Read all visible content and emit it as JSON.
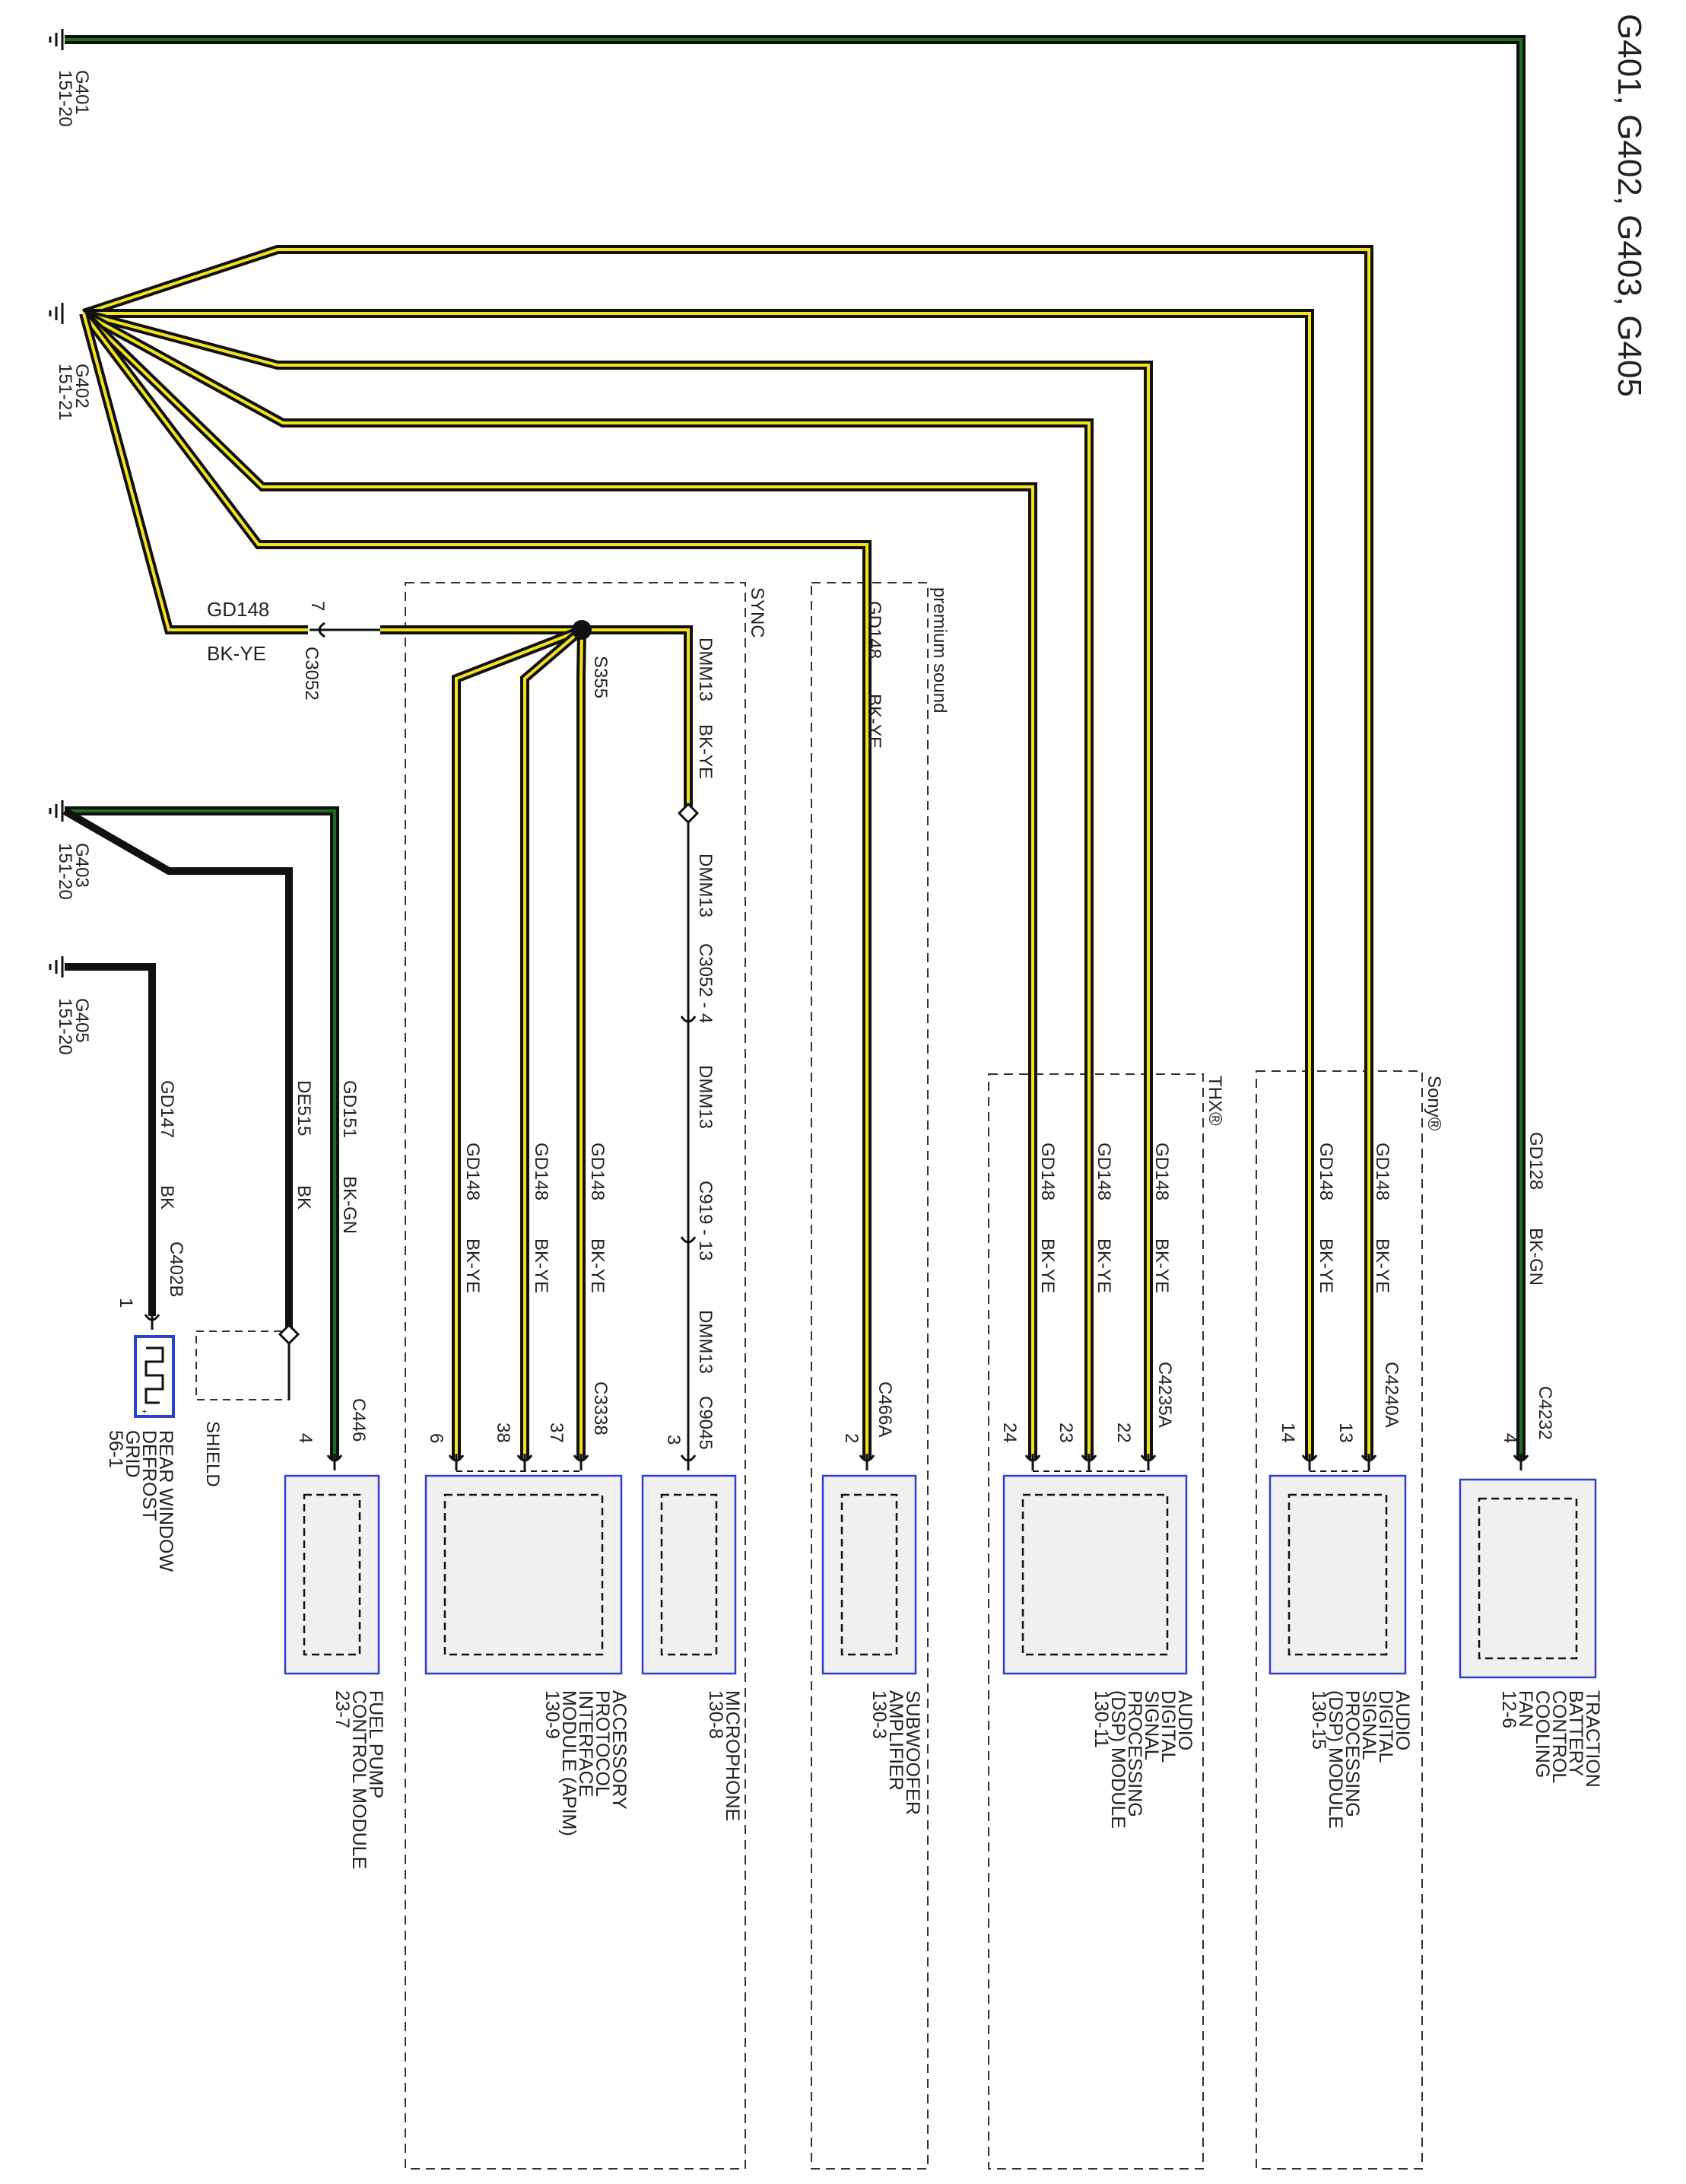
{
  "title": "G401, G402, G403, G405",
  "colors": {
    "bk_ye_fill": "#f2e41c",
    "bk_gn_fill": "#1f6b1f",
    "wire_edge": "#111111",
    "module_border": "#2f3fd0",
    "module_fill": "#f0f0f0"
  },
  "grounds": [
    {
      "name": "G401",
      "ref": "151-20"
    },
    {
      "name": "G402",
      "ref": "151-21"
    },
    {
      "name": "G403",
      "ref": "151-20"
    },
    {
      "name": "G405",
      "ref": "151-20"
    }
  ],
  "groups": {
    "sync": "SYNC",
    "premium_sound": "premium sound",
    "thx": "THX®",
    "sony": "Sony®"
  },
  "trunk": {
    "circuit": "GD148",
    "color": "BK-YE",
    "pin": "7",
    "connector": "C3052",
    "splice": "S355"
  },
  "drain": {
    "circuit_1": "DMM13",
    "color_1": "BK-YE",
    "circuit_2": "DMM13",
    "connector_2": "C3052 - 4",
    "circuit_3": "DMM13",
    "connector_3": "C919 - 13",
    "circuit_4": "DMM13",
    "connector_4": "C9045",
    "pin": "3"
  },
  "premium_wire": {
    "circuit": "GD148",
    "color": "BK-YE",
    "connector": "C466A",
    "pin": "2"
  },
  "fan_wire": {
    "circuit": "GD128",
    "color": "BK-GN",
    "connector": "C4232",
    "pin": "4"
  },
  "fuel_wire": {
    "circuit": "GD151",
    "color": "BK-GN",
    "connector": "C446",
    "pin": "4"
  },
  "shield_wire": {
    "circuit": "DE515",
    "color": "BK",
    "label": "SHIELD"
  },
  "defrost_wire": {
    "circuit": "GD147",
    "color": "BK",
    "connector": "C402B",
    "pin": "1"
  },
  "apim_wires": [
    {
      "circuit": "GD148",
      "color": "BK-YE",
      "pin": "6"
    },
    {
      "circuit": "GD148",
      "color": "BK-YE",
      "pin": "38"
    },
    {
      "circuit": "GD148",
      "color": "BK-YE",
      "pin": "37",
      "connector": "C3338"
    }
  ],
  "thx_wires": [
    {
      "circuit": "GD148",
      "color": "BK-YE",
      "pin": "24"
    },
    {
      "circuit": "GD148",
      "color": "BK-YE",
      "pin": "23"
    },
    {
      "circuit": "GD148",
      "color": "BK-YE",
      "pin": "22",
      "connector": "C4235A"
    }
  ],
  "sony_wires": [
    {
      "circuit": "GD148",
      "color": "BK-YE",
      "pin": "14"
    },
    {
      "circuit": "GD148",
      "color": "BK-YE",
      "pin": "13",
      "connector": "C4240A"
    }
  ],
  "modules": {
    "fuel_pump": [
      "FUEL PUMP",
      "CONTROL MODULE",
      "23-7"
    ],
    "apim": [
      "ACCESSORY",
      "PROTOCOL",
      "INTERFACE",
      "MODULE (APIM)",
      "130-9"
    ],
    "microphone": [
      "MICROPHONE",
      "130-8"
    ],
    "subwoofer": [
      "SUBWOOFER",
      "AMPLIFIER",
      "130-3"
    ],
    "dsp_thx": [
      "AUDIO",
      "DIGITAL",
      "SIGNAL",
      "PROCESSING",
      "(DSP) MODULE",
      "130-11"
    ],
    "dsp_sony": [
      "AUDIO",
      "DIGITAL",
      "SIGNAL",
      "PROCESSING",
      "(DSP) MODULE",
      "130-15"
    ],
    "fan": [
      "TRACTION",
      "BATTERY",
      "CONTROL",
      "COOLING",
      "FAN",
      "12-6"
    ],
    "defrost": [
      "REAR WINDOW",
      "DEFROST",
      "GRID",
      "56-1"
    ]
  }
}
